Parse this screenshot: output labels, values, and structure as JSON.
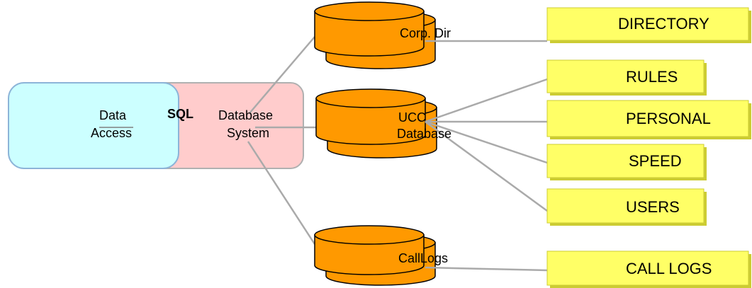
{
  "colors": {
    "data_access_fill": "#ccffff",
    "data_access_stroke": "#8cb4d8",
    "sql_fill": "#ffcccc",
    "sql_stroke": "#b0b0b0",
    "db_fill": "#ff9900",
    "db_stroke": "#000000",
    "table_fill": "#ffff66",
    "table_shadow": "#cccc33",
    "line": "#aaaaaa"
  },
  "data_access": {
    "line1": "Data",
    "line2": "Access"
  },
  "sql_system": {
    "sql_label": "SQL",
    "line1": "Database",
    "line2": "System"
  },
  "databases": {
    "corp_dir": {
      "label": "Corp. Dir"
    },
    "ucc": {
      "line1": "UCC",
      "line2": "Database"
    },
    "call_logs": {
      "label": "CallLogs"
    }
  },
  "tables": {
    "directory": "DIRECTORY",
    "rules": "RULES",
    "personal": "PERSONAL",
    "speed": "SPEED",
    "users": "USERS",
    "call_logs": "CALL LOGS"
  }
}
